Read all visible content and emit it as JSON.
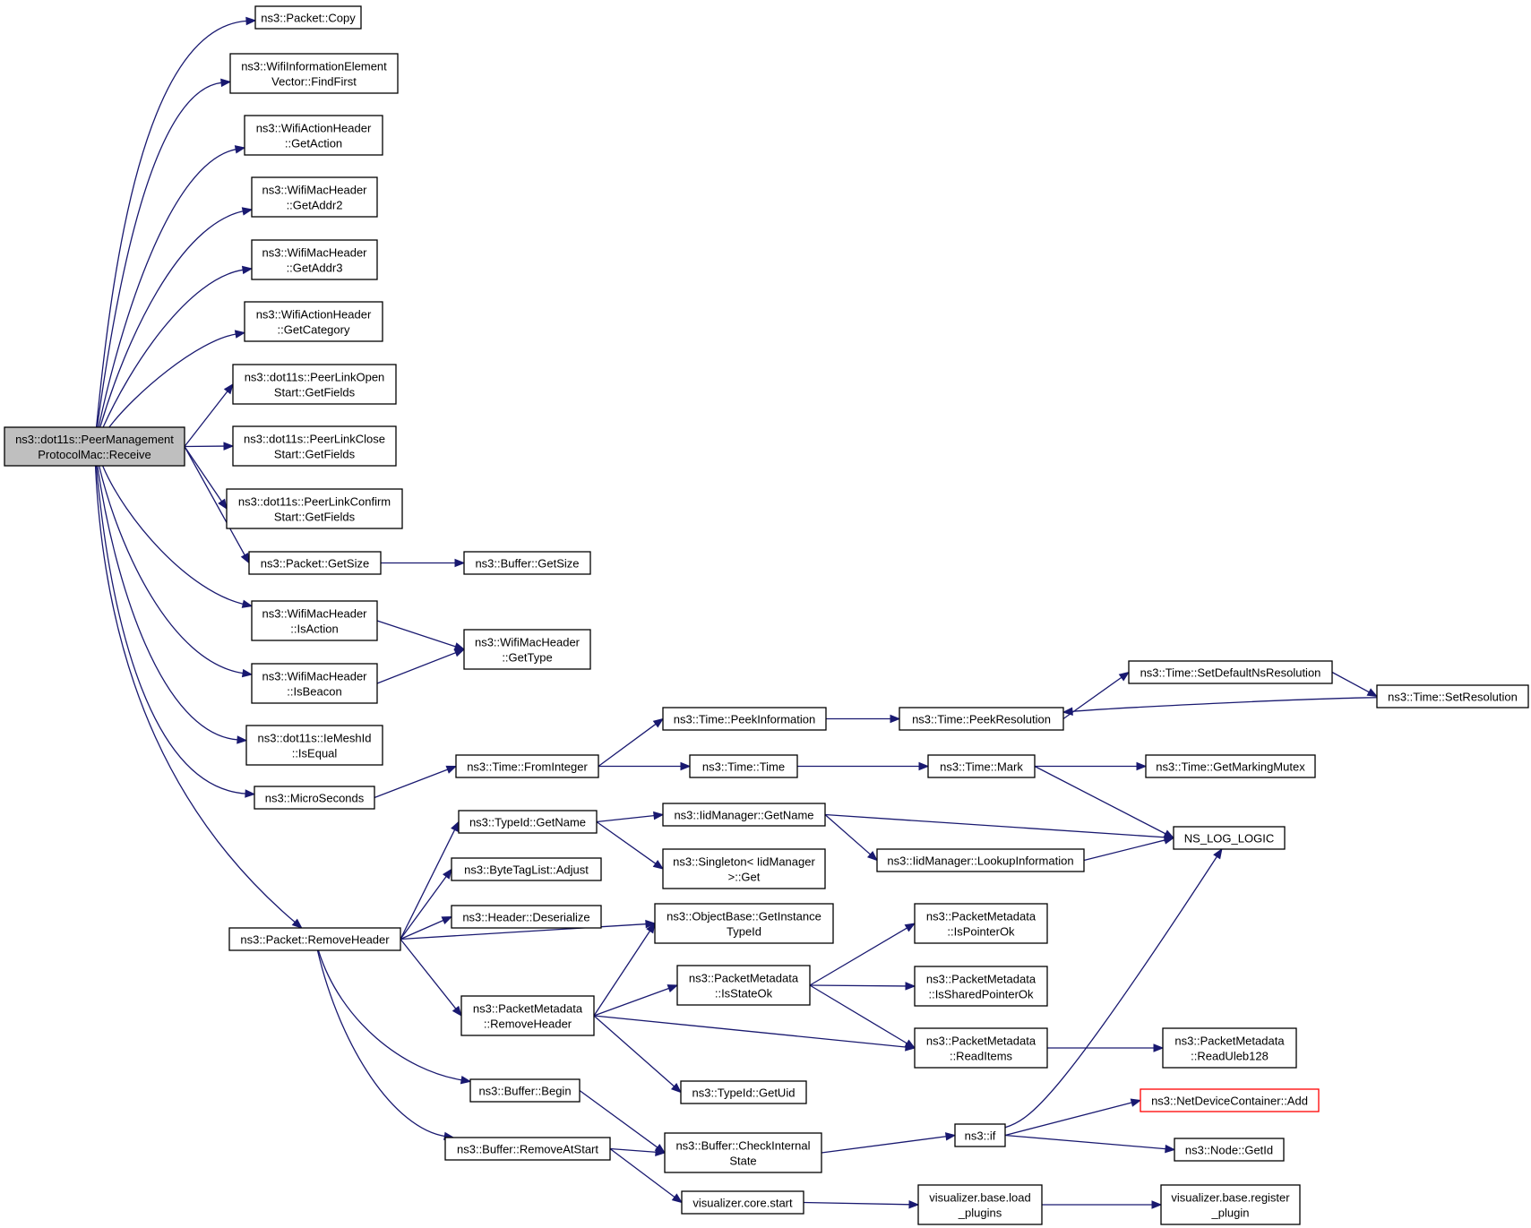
{
  "nodes": [
    {
      "id": "root",
      "lines": [
        "ns3::dot11s::PeerManagement",
        "ProtocolMac::Receive"
      ],
      "style": "root"
    },
    {
      "id": "copy",
      "lines": [
        "ns3::Packet::Copy"
      ]
    },
    {
      "id": "findfirst",
      "lines": [
        "ns3::WifiInformationElement",
        "Vector::FindFirst"
      ]
    },
    {
      "id": "getaction",
      "lines": [
        "ns3::WifiActionHeader",
        "::GetAction"
      ]
    },
    {
      "id": "getaddr2",
      "lines": [
        "ns3::WifiMacHeader",
        "::GetAddr2"
      ]
    },
    {
      "id": "getaddr3",
      "lines": [
        "ns3::WifiMacHeader",
        "::GetAddr3"
      ]
    },
    {
      "id": "getcategory",
      "lines": [
        "ns3::WifiActionHeader",
        "::GetCategory"
      ]
    },
    {
      "id": "openfields",
      "lines": [
        "ns3::dot11s::PeerLinkOpen",
        "Start::GetFields"
      ]
    },
    {
      "id": "closefields",
      "lines": [
        "ns3::dot11s::PeerLinkClose",
        "Start::GetFields"
      ]
    },
    {
      "id": "confirmfields",
      "lines": [
        "ns3::dot11s::PeerLinkConfirm",
        "Start::GetFields"
      ]
    },
    {
      "id": "pktgetsize",
      "lines": [
        "ns3::Packet::GetSize"
      ]
    },
    {
      "id": "bufgetsize",
      "lines": [
        "ns3::Buffer::GetSize"
      ]
    },
    {
      "id": "isaction",
      "lines": [
        "ns3::WifiMacHeader",
        "::IsAction"
      ]
    },
    {
      "id": "gettype",
      "lines": [
        "ns3::WifiMacHeader",
        "::GetType"
      ]
    },
    {
      "id": "isbeacon",
      "lines": [
        "ns3::WifiMacHeader",
        "::IsBeacon"
      ]
    },
    {
      "id": "isequal",
      "lines": [
        "ns3::dot11s::IeMeshId",
        "::IsEqual"
      ]
    },
    {
      "id": "microseconds",
      "lines": [
        "ns3::MicroSeconds"
      ]
    },
    {
      "id": "frominteger",
      "lines": [
        "ns3::Time::FromInteger"
      ]
    },
    {
      "id": "peekinfo",
      "lines": [
        "ns3::Time::PeekInformation"
      ]
    },
    {
      "id": "peekres",
      "lines": [
        "ns3::Time::PeekResolution"
      ]
    },
    {
      "id": "setdefault",
      "lines": [
        "ns3::Time::SetDefaultNsResolution"
      ]
    },
    {
      "id": "setres",
      "lines": [
        "ns3::Time::SetResolution"
      ]
    },
    {
      "id": "timetime",
      "lines": [
        "ns3::Time::Time"
      ]
    },
    {
      "id": "mark",
      "lines": [
        "ns3::Time::Mark"
      ]
    },
    {
      "id": "markingmutex",
      "lines": [
        "ns3::Time::GetMarkingMutex"
      ]
    },
    {
      "id": "typeidgetname",
      "lines": [
        "ns3::TypeId::GetName"
      ]
    },
    {
      "id": "iidgetname",
      "lines": [
        "ns3::IidManager::GetName"
      ]
    },
    {
      "id": "nslog",
      "lines": [
        "NS_LOG_LOGIC"
      ]
    },
    {
      "id": "singleton",
      "lines": [
        "ns3::Singleton< IidManager",
        ">::Get"
      ]
    },
    {
      "id": "lookupinfo",
      "lines": [
        "ns3::IidManager::LookupInformation"
      ]
    },
    {
      "id": "adjust",
      "lines": [
        "ns3::ByteTagList::Adjust"
      ]
    },
    {
      "id": "deserialize",
      "lines": [
        "ns3::Header::Deserialize"
      ]
    },
    {
      "id": "removeheader",
      "lines": [
        "ns3::Packet::RemoveHeader"
      ]
    },
    {
      "id": "getinstance",
      "lines": [
        "ns3::ObjectBase::GetInstance",
        "TypeId"
      ]
    },
    {
      "id": "ispointerok",
      "lines": [
        "ns3::PacketMetadata",
        "::IsPointerOk"
      ]
    },
    {
      "id": "isstateok",
      "lines": [
        "ns3::PacketMetadata",
        "::IsStateOk"
      ]
    },
    {
      "id": "issharedok",
      "lines": [
        "ns3::PacketMetadata",
        "::IsSharedPointerOk"
      ]
    },
    {
      "id": "pmremoveheader",
      "lines": [
        "ns3::PacketMetadata",
        "::RemoveHeader"
      ]
    },
    {
      "id": "readitems",
      "lines": [
        "ns3::PacketMetadata",
        "::ReadItems"
      ]
    },
    {
      "id": "readuleb",
      "lines": [
        "ns3::PacketMetadata",
        "::ReadUleb128"
      ]
    },
    {
      "id": "getuid",
      "lines": [
        "ns3::TypeId::GetUid"
      ]
    },
    {
      "id": "bufbegin",
      "lines": [
        "ns3::Buffer::Begin"
      ]
    },
    {
      "id": "ndcadd",
      "lines": [
        "ns3::NetDeviceContainer::Add"
      ],
      "style": "red"
    },
    {
      "id": "nsif",
      "lines": [
        "ns3::if"
      ]
    },
    {
      "id": "checkinternal",
      "lines": [
        "ns3::Buffer::CheckInternal",
        "State"
      ]
    },
    {
      "id": "removeatstart",
      "lines": [
        "ns3::Buffer::RemoveAtStart"
      ]
    },
    {
      "id": "nodegetid",
      "lines": [
        "ns3::Node::GetId"
      ]
    },
    {
      "id": "corestart",
      "lines": [
        "visualizer.core.start"
      ]
    },
    {
      "id": "loadplugins",
      "lines": [
        "visualizer.base.load",
        "_plugins"
      ]
    },
    {
      "id": "registerplugin",
      "lines": [
        "visualizer.base.register",
        "_plugin"
      ]
    }
  ],
  "edges": [
    {
      "from": "root",
      "to": "copy"
    },
    {
      "from": "root",
      "to": "findfirst"
    },
    {
      "from": "root",
      "to": "getaction"
    },
    {
      "from": "root",
      "to": "getaddr2"
    },
    {
      "from": "root",
      "to": "getaddr3"
    },
    {
      "from": "root",
      "to": "getcategory"
    },
    {
      "from": "root",
      "to": "openfields"
    },
    {
      "from": "root",
      "to": "closefields"
    },
    {
      "from": "root",
      "to": "confirmfields"
    },
    {
      "from": "root",
      "to": "pktgetsize"
    },
    {
      "from": "root",
      "to": "isaction"
    },
    {
      "from": "root",
      "to": "isbeacon"
    },
    {
      "from": "root",
      "to": "isequal"
    },
    {
      "from": "root",
      "to": "microseconds"
    },
    {
      "from": "root",
      "to": "removeheader"
    },
    {
      "from": "pktgetsize",
      "to": "bufgetsize"
    },
    {
      "from": "isaction",
      "to": "gettype"
    },
    {
      "from": "isbeacon",
      "to": "gettype"
    },
    {
      "from": "microseconds",
      "to": "frominteger"
    },
    {
      "from": "frominteger",
      "to": "peekinfo"
    },
    {
      "from": "frominteger",
      "to": "timetime"
    },
    {
      "from": "peekinfo",
      "to": "peekres"
    },
    {
      "from": "peekres",
      "to": "setdefault"
    },
    {
      "from": "setdefault",
      "to": "setres"
    },
    {
      "from": "setres",
      "to": "peekres"
    },
    {
      "from": "timetime",
      "to": "mark"
    },
    {
      "from": "mark",
      "to": "markingmutex"
    },
    {
      "from": "mark",
      "to": "nslog"
    },
    {
      "from": "removeheader",
      "to": "typeidgetname"
    },
    {
      "from": "removeheader",
      "to": "adjust"
    },
    {
      "from": "removeheader",
      "to": "deserialize"
    },
    {
      "from": "removeheader",
      "to": "getinstance"
    },
    {
      "from": "removeheader",
      "to": "pmremoveheader"
    },
    {
      "from": "removeheader",
      "to": "bufbegin"
    },
    {
      "from": "removeheader",
      "to": "removeatstart"
    },
    {
      "from": "typeidgetname",
      "to": "iidgetname"
    },
    {
      "from": "typeidgetname",
      "to": "singleton"
    },
    {
      "from": "iidgetname",
      "to": "nslog"
    },
    {
      "from": "iidgetname",
      "to": "lookupinfo"
    },
    {
      "from": "lookupinfo",
      "to": "nslog"
    },
    {
      "from": "pmremoveheader",
      "to": "getinstance"
    },
    {
      "from": "pmremoveheader",
      "to": "isstateok"
    },
    {
      "from": "pmremoveheader",
      "to": "readitems"
    },
    {
      "from": "pmremoveheader",
      "to": "getuid"
    },
    {
      "from": "isstateok",
      "to": "ispointerok"
    },
    {
      "from": "isstateok",
      "to": "issharedok"
    },
    {
      "from": "isstateok",
      "to": "readitems"
    },
    {
      "from": "readitems",
      "to": "readuleb"
    },
    {
      "from": "bufbegin",
      "to": "checkinternal"
    },
    {
      "from": "removeatstart",
      "to": "checkinternal"
    },
    {
      "from": "removeatstart",
      "to": "corestart"
    },
    {
      "from": "checkinternal",
      "to": "nsif"
    },
    {
      "from": "nsif",
      "to": "nslog"
    },
    {
      "from": "nsif",
      "to": "ndcadd"
    },
    {
      "from": "nsif",
      "to": "nodegetid"
    },
    {
      "from": "corestart",
      "to": "loadplugins"
    },
    {
      "from": "loadplugins",
      "to": "registerplugin"
    }
  ]
}
